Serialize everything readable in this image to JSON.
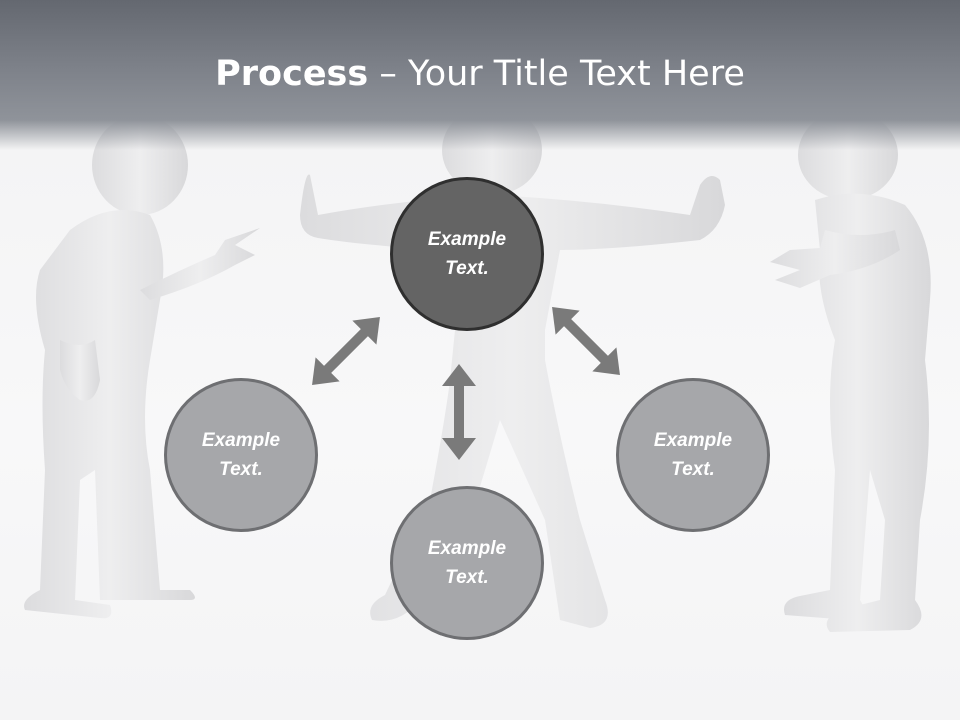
{
  "title": {
    "bold": "Process",
    "rest": " – Your Title Text Here"
  },
  "nodes": {
    "center": "Example Text.",
    "left": "Example Text.",
    "bottom": "Example Text.",
    "right": "Example Text."
  },
  "colors": {
    "header": "#7a7e86",
    "center_fill": "#646464",
    "outer_fill": "#a6a7aa",
    "arrow": "#7a7a7a"
  }
}
